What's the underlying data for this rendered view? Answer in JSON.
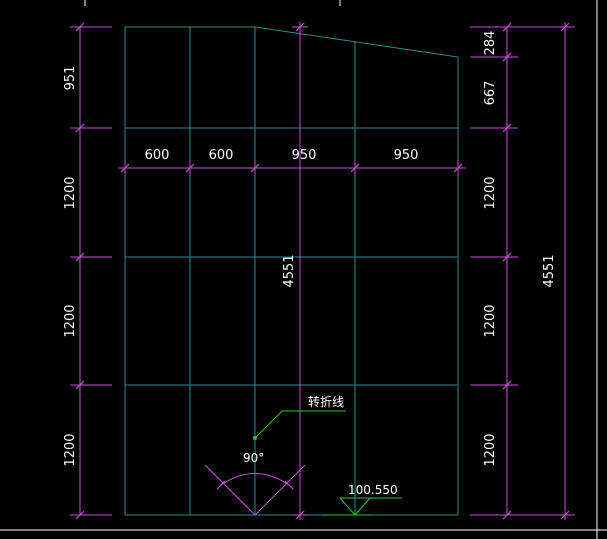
{
  "colors": {
    "background": "#000000",
    "frame": "#ffffff",
    "grid": "#2d8a9a",
    "dimension": "#c84fd8",
    "leader": "#22cc22",
    "text": "#ffffff"
  },
  "drawing": {
    "left_dims": [
      "951",
      "1200",
      "1200",
      "1200"
    ],
    "right_dims": [
      "284",
      "667",
      "1200",
      "1200",
      "1200"
    ],
    "top_dims": [
      "600",
      "600",
      "950",
      "950"
    ],
    "overall_height_right": "4551",
    "overall_height_center": "4551",
    "fold_line_label": "转折线",
    "angle_label": "90°",
    "elevation_label": "100.550"
  }
}
